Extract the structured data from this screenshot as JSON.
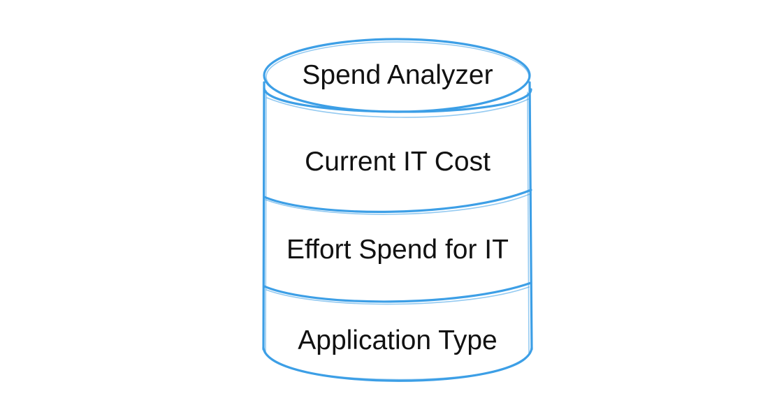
{
  "diagram": {
    "title": "Spend Analyzer",
    "layers": [
      {
        "label": "Current IT Cost"
      },
      {
        "label": "Effort Spend for IT"
      },
      {
        "label": "Application Type"
      }
    ]
  },
  "colors": {
    "outline": "#3d9fe6",
    "text": "#111111",
    "background": "#ffffff"
  }
}
